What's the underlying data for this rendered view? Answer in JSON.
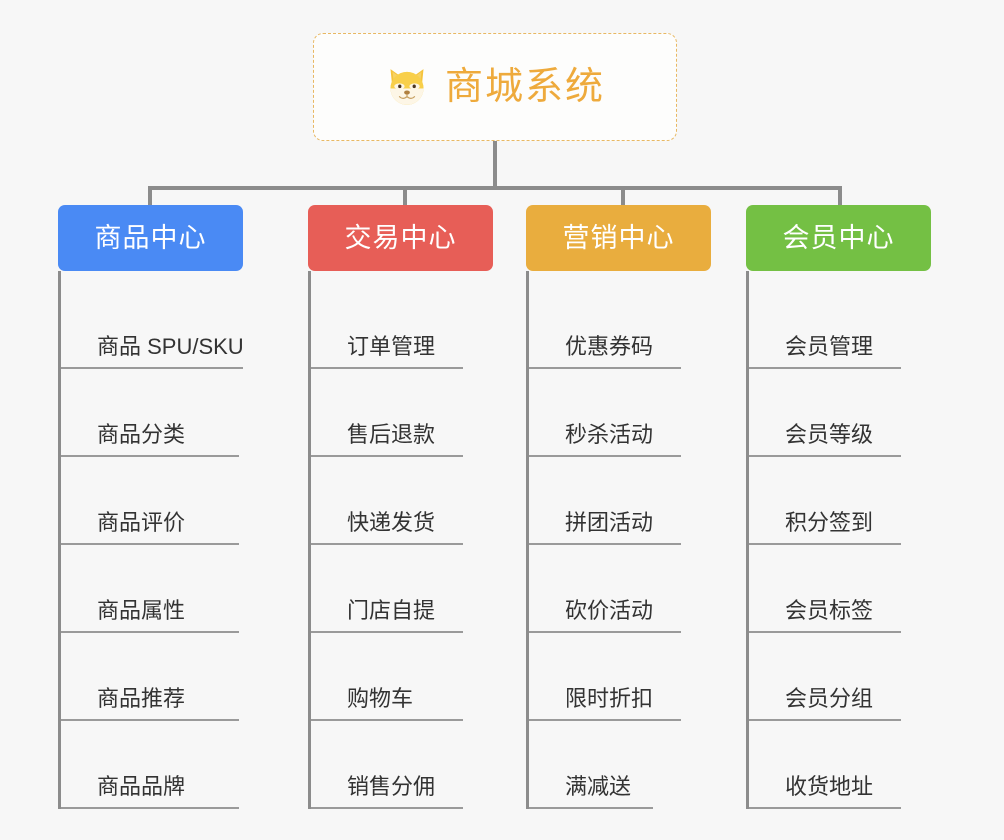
{
  "page": {
    "background_color": "#f7f7f7",
    "connector_color": "#8c8c8c"
  },
  "root": {
    "icon": "shiba-dog-face-emoji",
    "title": "商城系统",
    "title_color": "#eeaa3c",
    "border_color": "#e8b863",
    "border_style": "dashed"
  },
  "columns": [
    {
      "category": "商品中心",
      "color": "#4a8af4",
      "items": [
        "商品 SPU/SKU",
        "商品分类",
        "商品评价",
        "商品属性",
        "商品推荐",
        "商品品牌"
      ]
    },
    {
      "category": "交易中心",
      "color": "#e75e57",
      "items": [
        "订单管理",
        "售后退款",
        "快递发货",
        "门店自提",
        "购物车",
        "销售分佣"
      ]
    },
    {
      "category": "营销中心",
      "color": "#e9ad3e",
      "items": [
        "优惠券码",
        "秒杀活动",
        "拼团活动",
        "砍价活动",
        "限时折扣",
        "满减送"
      ]
    },
    {
      "category": "会员中心",
      "color": "#74c044",
      "items": [
        "会员管理",
        "会员等级",
        "积分签到",
        "会员标签",
        "会员分组",
        "收货地址"
      ]
    }
  ]
}
